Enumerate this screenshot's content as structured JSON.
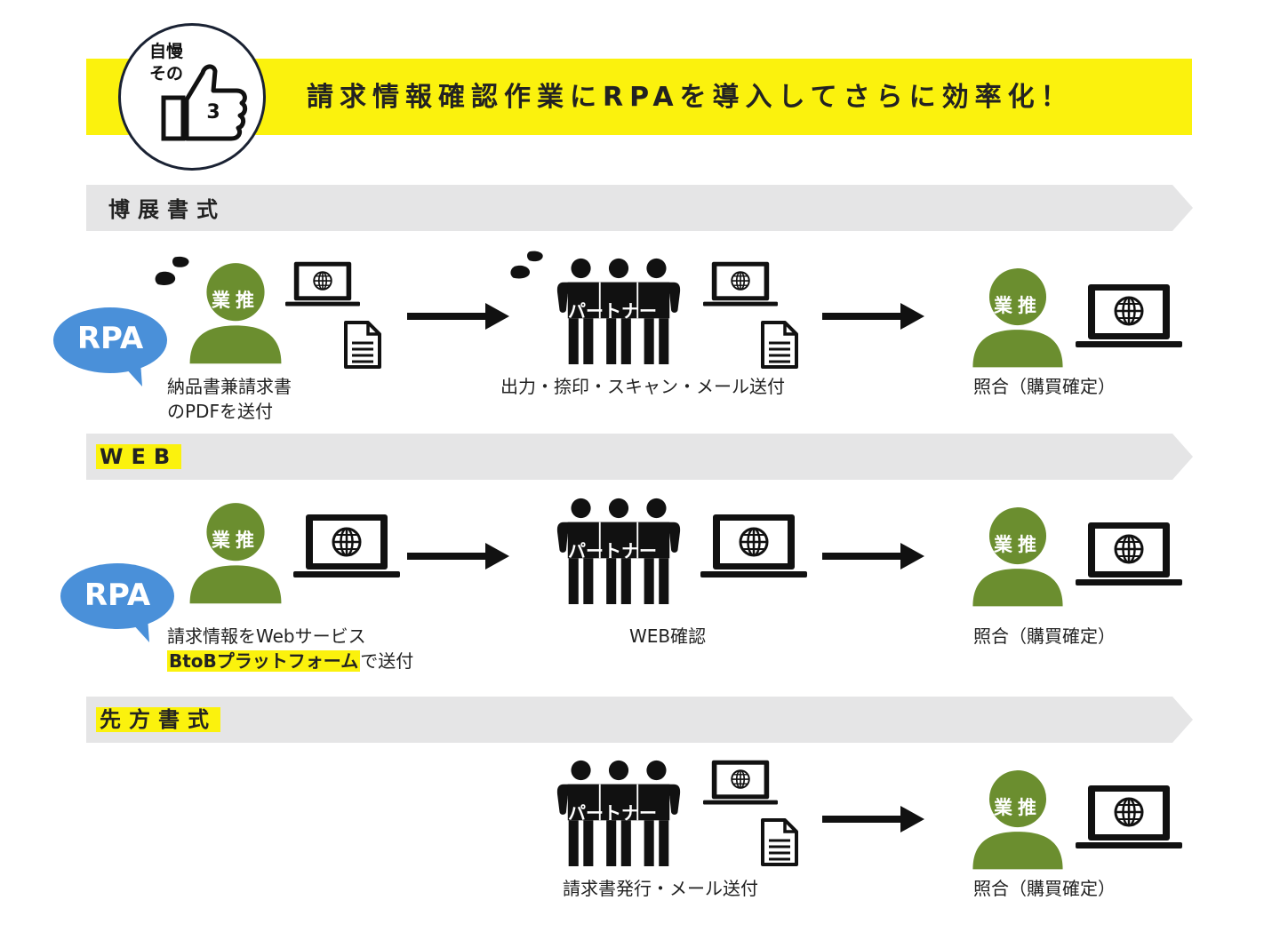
{
  "header": {
    "badge_line1": "自慢",
    "badge_line2": "その",
    "badge_number": "3",
    "title": "請求情報確認作業にRPAを導入してさらに効率化！"
  },
  "sections": [
    {
      "label": "博展書式",
      "highlight": false,
      "rpa_label": "RPA",
      "sender_badge": "業推",
      "sender_caption_line1": "納品書兼請求書",
      "sender_caption_line2": "のPDFを送付",
      "partner_label": "パートナー",
      "partner_caption": "出力・捺印・スキャン・メール送付",
      "receiver_badge": "業推",
      "receiver_caption": "照合（購買確定）"
    },
    {
      "label": "WEB",
      "highlight": true,
      "rpa_label": "RPA",
      "sender_badge": "業推",
      "sender_caption_line1": "請求情報をWebサービス",
      "sender_caption_line2_highlight": "BtoBプラットフォーム",
      "sender_caption_line2_rest": "で送付",
      "partner_label": "パートナー",
      "partner_caption": "WEB確認",
      "receiver_badge": "業推",
      "receiver_caption": "照合（購買確定）"
    },
    {
      "label": "先方書式",
      "highlight": true,
      "partner_label": "パートナー",
      "partner_caption": "請求書発行・メール送付",
      "receiver_badge": "業推",
      "receiver_caption": "照合（購買確定）"
    }
  ],
  "colors": {
    "banner_yellow": "#fbf20d",
    "section_gray": "#e5e5e6",
    "person_green": "#6b8e2f",
    "rpa_blue": "#4a90d9",
    "ink": "#111111"
  },
  "icons": [
    "thumbs-up-icon",
    "person-icon",
    "laptop-globe-icon",
    "document-icon",
    "group-icon",
    "sweat-drop-icon",
    "arrow-right-icon",
    "speech-bubble-icon"
  ]
}
